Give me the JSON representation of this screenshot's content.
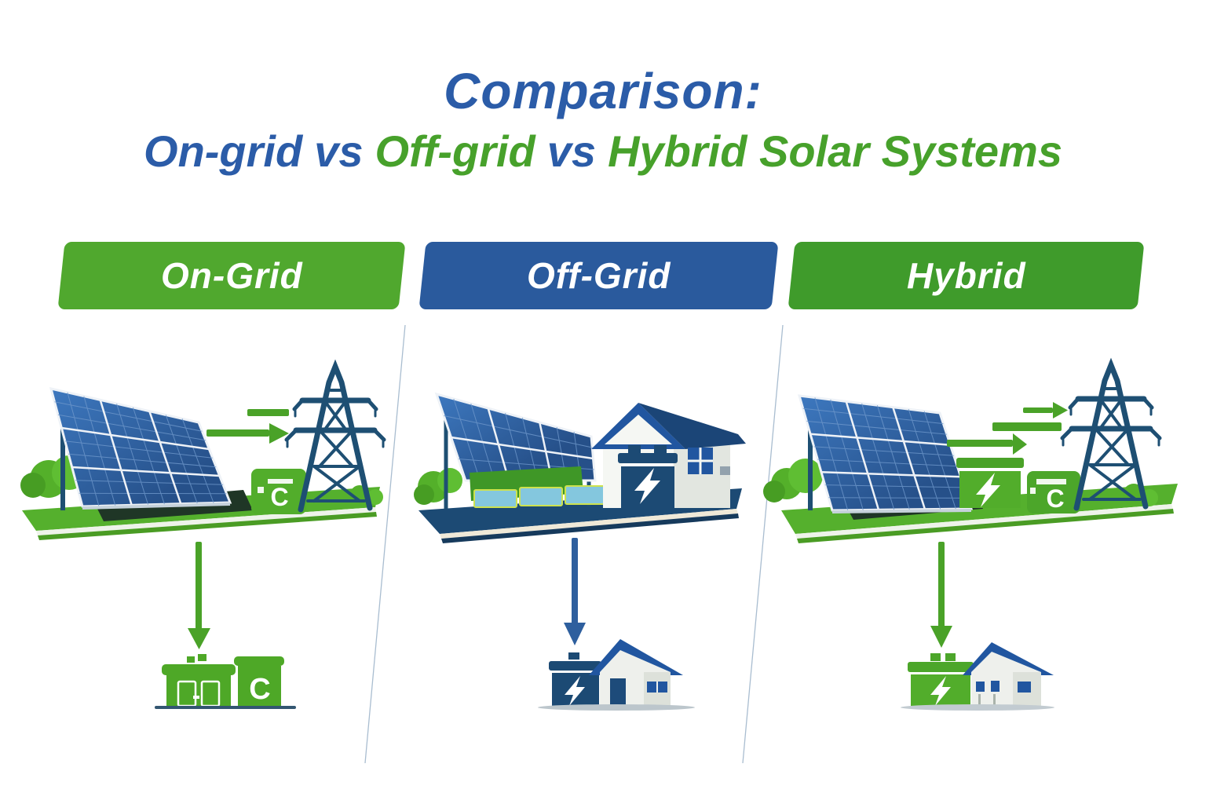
{
  "title": {
    "line1": "Comparison:",
    "line2_parts": [
      {
        "text": "On-grid",
        "color": "#2b5ca8"
      },
      {
        "text": "vs",
        "color": "#2b5ca8"
      },
      {
        "text": "Off-grid",
        "color": "#47a12b"
      },
      {
        "text": "vs",
        "color": "#2b5ca8"
      },
      {
        "text": "Hybrid Solar Systems",
        "color": "#47a12b"
      }
    ]
  },
  "colors": {
    "title_blue": "#2b5ca8",
    "accent_green": "#47a12b",
    "banner_on_grid": "#50a82e",
    "banner_off_grid": "#2a5a9d",
    "banner_hybrid": "#3f9b2b",
    "panel_blue": "#2d5fa3",
    "structure_navy": "#1e4f73",
    "ground_green": "#55b02d",
    "arrow_green": "#4aa228",
    "arrow_blue": "#2e5f9e",
    "battery_navy": "#1c4a74",
    "battery_green": "#52ad2b",
    "roof_blue": "#2156a0"
  },
  "columns": [
    {
      "id": "on-grid",
      "banner": {
        "label": "On-Grid"
      },
      "meter_glyph": "C",
      "bottom_meter_glyph": "C",
      "icons": [
        "solar-panel",
        "export-arrows",
        "transmission-tower",
        "energy-meter",
        "down-arrow",
        "consumer-building",
        "utility-meter",
        "bushes",
        "ground-platform"
      ]
    },
    {
      "id": "off-grid",
      "banner": {
        "label": "Off-Grid"
      },
      "icons": [
        "solar-panel",
        "battery-bank",
        "storage-battery",
        "house",
        "down-arrow",
        "battery",
        "home",
        "bush",
        "ground-platform"
      ]
    },
    {
      "id": "hybrid",
      "banner": {
        "label": "Hybrid"
      },
      "meter_glyph": "C",
      "icons": [
        "solar-panel",
        "storage-battery",
        "energy-meter",
        "grid-arrows",
        "transmission-tower",
        "down-arrow",
        "battery",
        "home",
        "bushes",
        "ground-platform"
      ]
    }
  ]
}
